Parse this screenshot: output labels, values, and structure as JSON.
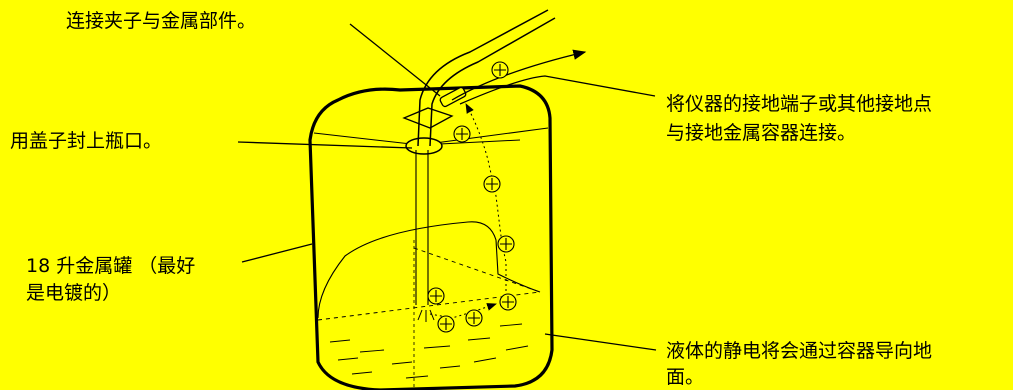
{
  "background_color": "#FFFF00",
  "labels": {
    "clamp": "连接夹子与金属部件。",
    "cap": "用盖子封上瓶口。",
    "can_line1": "18 升金属罐 （最好",
    "can_line2": "是电镀的）",
    "ground_line1": "将仪器的接地端子或其他接地点",
    "ground_line2": "与接地金属容器连接。",
    "liquid_line1": "液体的静电将会通过容器导向地",
    "liquid_line2": "面。"
  },
  "charge_symbol": "+"
}
